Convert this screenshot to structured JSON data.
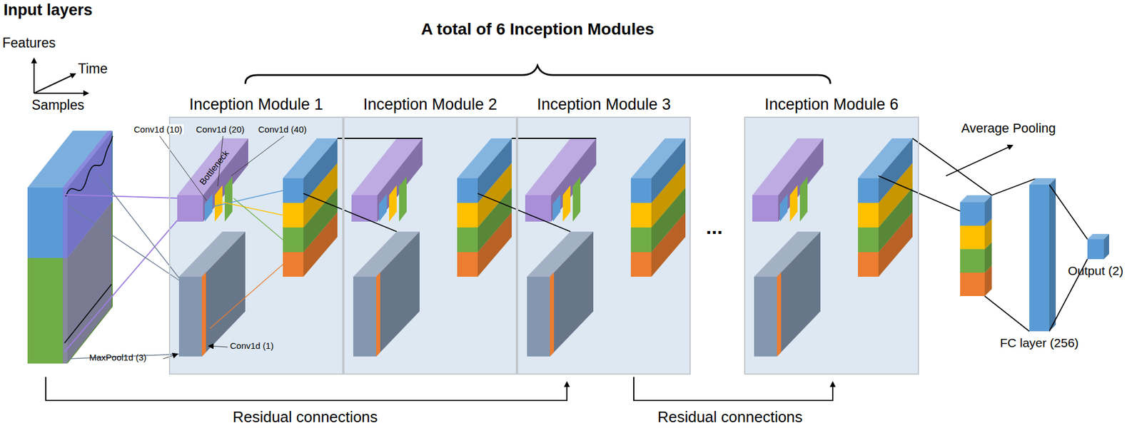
{
  "diagram": {
    "nodes": [
      {
        "text": [
          "Inception Module 1"
        ]
      },
      {
        "text": [
          "Bottleneck"
        ],
        "in": 0
      },
      {
        "text": [
          "Inception Module 2"
        ]
      },
      {
        "text": [
          "Inception Module 3"
        ]
      },
      {
        "text": [
          "Inception Module 6"
        ]
      },
      {
        "text": [
          "FC layer (256)"
        ]
      },
      {
        "text": [
          "Output (2)"
        ]
      }
    ],
    "edges": [
      {
        "from": 5,
        "to": 6,
        "arrow": "none"
      }
    ],
    "labels": [
      "Input layers",
      "Features",
      "Time",
      "Samples",
      "A total of 6 Inception Modules",
      "Conv1d (10)",
      "Conv1d (20)",
      "Conv1d (40)",
      "Conv1d (1)",
      "MaxPool1d (3)",
      "...",
      "Average Pooling",
      "Residual connections",
      "Residual connections"
    ]
  }
}
